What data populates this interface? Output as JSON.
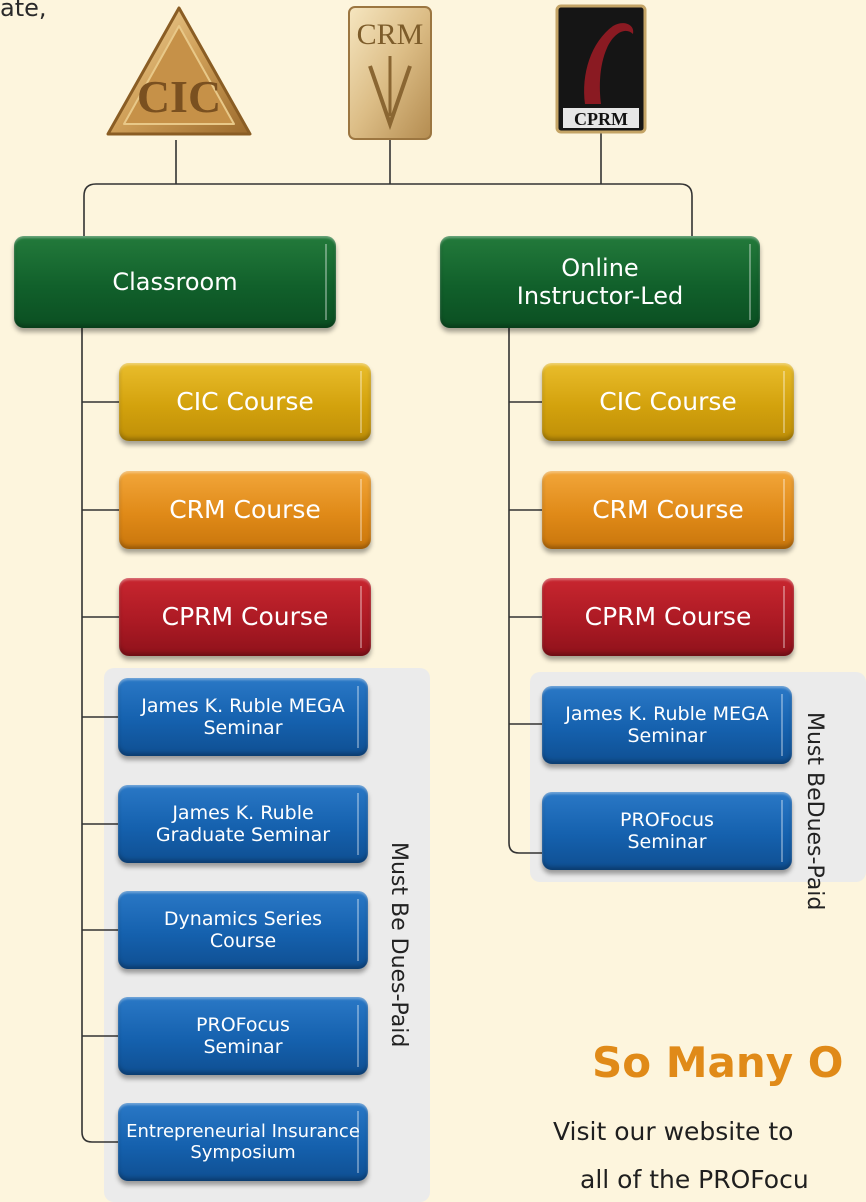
{
  "top_fragment": "ate,",
  "badges": {
    "cic": {
      "label": "CIC"
    },
    "crm": {
      "label": "CRM"
    },
    "cprm": {
      "label": "CPRM"
    }
  },
  "classroom": {
    "header": "Classroom",
    "courses": [
      "CIC Course",
      "CRM Course",
      "CPRM Course"
    ],
    "seminars": [
      "James K. Ruble MEGA Seminar",
      "James K. Ruble Graduate Seminar",
      "Dynamics Series Course",
      "PROFocus Seminar",
      "Entrepreneurial Insurance Symposium"
    ],
    "dues_label": "Must Be Dues-Paid"
  },
  "online": {
    "header": "Online Instructor-Led",
    "courses": [
      "CIC Course",
      "CRM Course",
      "CPRM Course"
    ],
    "seminars": [
      "James K. Ruble MEGA Seminar",
      "PROFocus Seminar"
    ],
    "dues_label_1": "Must Be",
    "dues_label_2": "Dues-Paid"
  },
  "promo": {
    "title": "So Many O",
    "line1": "Visit our website to",
    "line2": "all of the PROFocu"
  },
  "colors": {
    "green": "#11602b",
    "gold": "#d3a20d",
    "orange": "#e08a18",
    "red": "#ac1a24",
    "blue": "#1561ae",
    "background": "#fdf5dd"
  }
}
